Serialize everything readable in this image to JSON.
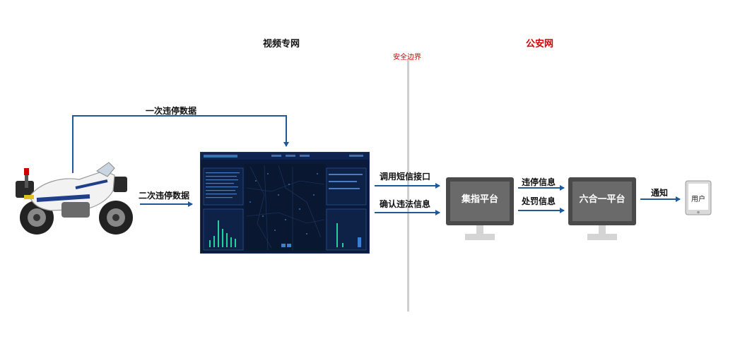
{
  "zones": {
    "left_title": "视频专网",
    "right_title": "公安网",
    "boundary_label": "安全边界"
  },
  "flows": {
    "top_loop": "一次违停数据",
    "second": "二次违停数据",
    "call_sms": "调用短信接口",
    "confirm": "确认违法信息",
    "violation_info": "违停信息",
    "penalty_info": "处罚信息",
    "notify": "通知"
  },
  "nodes": {
    "platform_a": "集指平台",
    "platform_b": "六合一平台",
    "user": "用户"
  },
  "colors": {
    "arrow": "#1e5a9a",
    "boundary": "#cfcfcf",
    "monitor_frame": "#4a4a4a",
    "monitor_screen": "#6a6a6a",
    "dashboard_bg": "#0b1a3a",
    "dashboard_accent": "#22d3a0",
    "alert_red": "#d40000"
  },
  "icons": {
    "vehicle": "police-motorcycle-icon",
    "dashboard": "video-dashboard-screenshot",
    "monitor": "monitor-icon",
    "tablet": "tablet-icon"
  }
}
